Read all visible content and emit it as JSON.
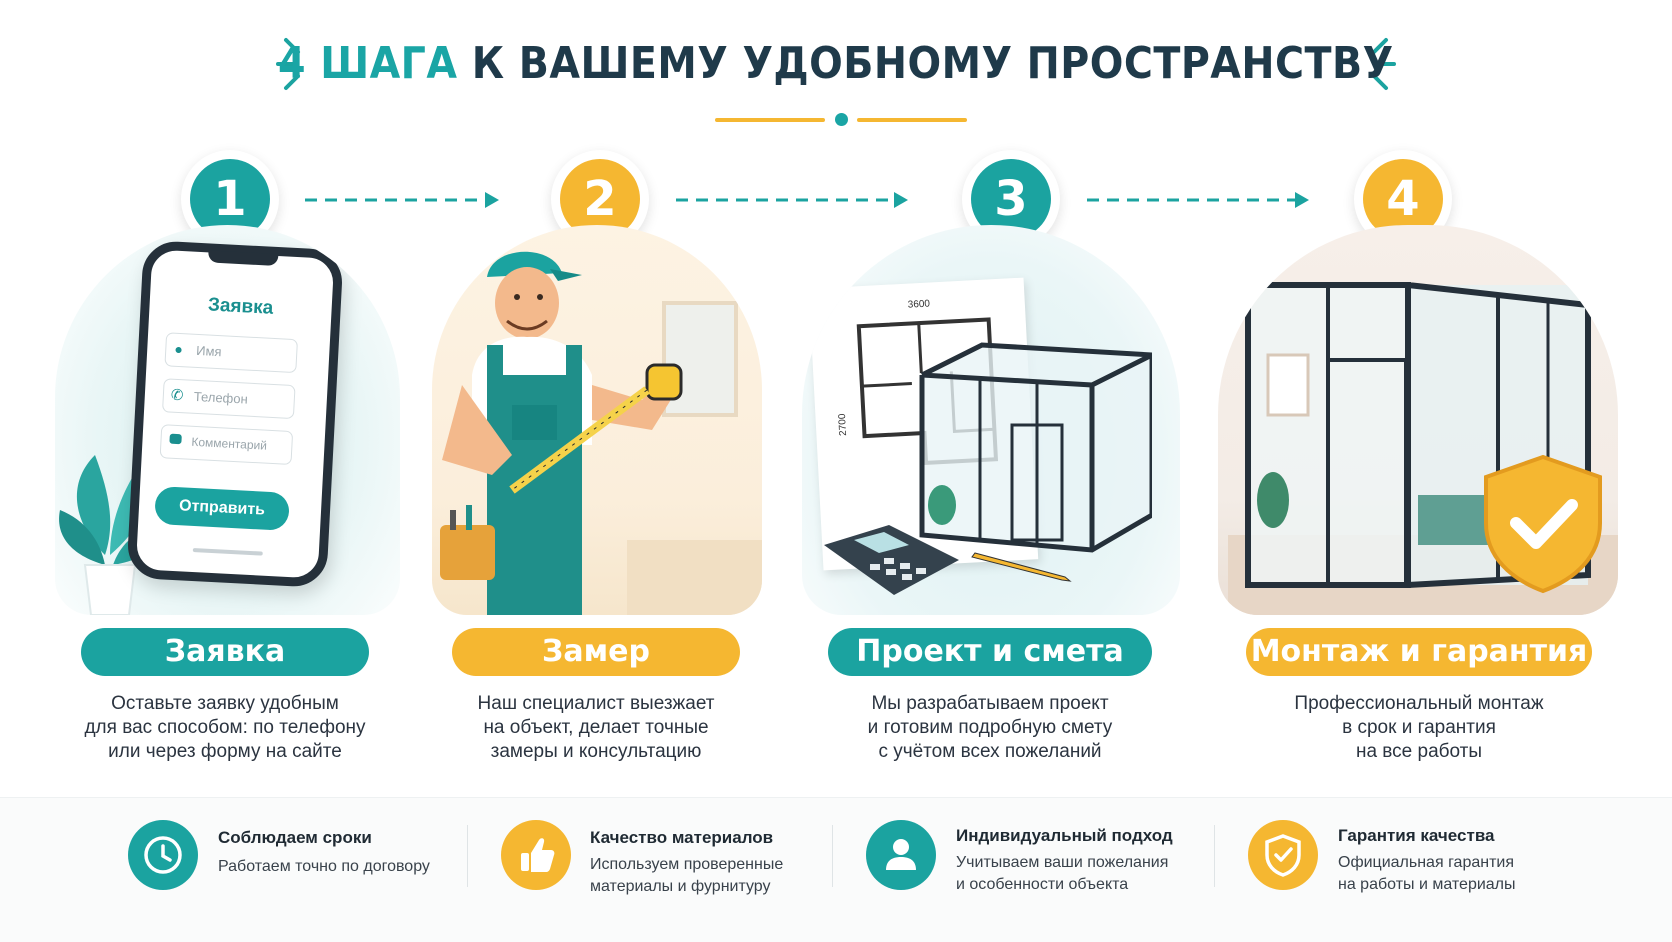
{
  "header": {
    "title_highlight": "4 ШАГА",
    "title_rest": " К ВАШЕМУ УДОБНОМУ ПРОСТРАНСТВУ"
  },
  "colors": {
    "teal": "#1ba3a0",
    "yellow": "#f5b731",
    "dark": "#1f3a4a"
  },
  "steps": [
    {
      "number": "1",
      "label": "Заявка",
      "desc": [
        "Оставьте заявку удобным",
        "для вас способом: по телефону",
        "или через форму на сайте"
      ],
      "form": {
        "title": "Заявка",
        "name_placeholder": "Имя",
        "phone_placeholder": "Телефон",
        "comment_placeholder": "Комментарий",
        "submit": "Отправить"
      }
    },
    {
      "number": "2",
      "label": "Замер",
      "desc": [
        "Наш специалист выезжает",
        "на объект, делает точные",
        "замеры и консультацию"
      ]
    },
    {
      "number": "3",
      "label": "Проект и смета",
      "desc": [
        "Мы разрабатываем проект",
        "и готовим подробную смету",
        "с учётом всех пожеланий"
      ],
      "plan": {
        "width_dim": "3600",
        "height_dim": "2700"
      }
    },
    {
      "number": "4",
      "label": "Монтаж и гарантия",
      "desc": [
        "Профессиональный монтаж",
        "в срок и гарантия",
        "на все работы"
      ]
    }
  ],
  "features": [
    {
      "icon": "clock-icon",
      "title": "Соблюдаем сроки",
      "text": [
        "Работаем точно по договору"
      ]
    },
    {
      "icon": "thumbs-up-icon",
      "title": "Качество материалов",
      "text": [
        "Используем проверенные",
        "материалы и фурнитуру"
      ]
    },
    {
      "icon": "person-icon",
      "title": "Индивидуальный подход",
      "text": [
        "Учитываем ваши пожелания",
        "и особенности объекта"
      ]
    },
    {
      "icon": "shield-check-icon",
      "title": "Гарантия качества",
      "text": [
        "Официальная гарантия",
        "на работы и материалы"
      ]
    }
  ]
}
